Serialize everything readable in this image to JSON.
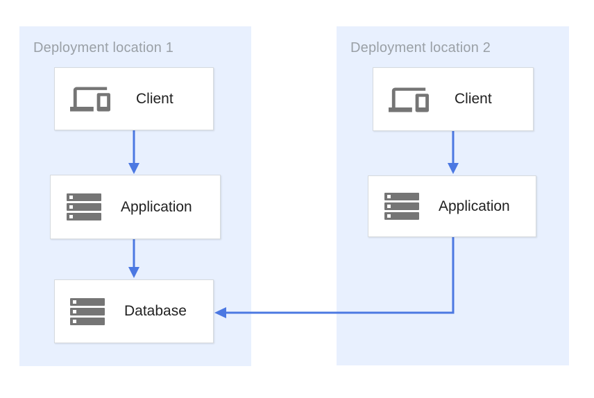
{
  "containers": [
    {
      "label": "Deployment location 1"
    },
    {
      "label": "Deployment location 2"
    }
  ],
  "nodes": {
    "client1": {
      "label": "Client",
      "icon": "devices-icon"
    },
    "app1": {
      "label": "Application",
      "icon": "server-stack-icon"
    },
    "db1": {
      "label": "Database",
      "icon": "server-stack-icon"
    },
    "client2": {
      "label": "Client",
      "icon": "devices-icon"
    },
    "app2": {
      "label": "Application",
      "icon": "server-stack-icon"
    }
  },
  "edges": [
    {
      "from": "client1",
      "to": "app1"
    },
    {
      "from": "app1",
      "to": "db1"
    },
    {
      "from": "client2",
      "to": "app2"
    },
    {
      "from": "app2",
      "to": "db1"
    }
  ],
  "colors": {
    "container_bg": "#e8f0fe",
    "arrow": "#4b78e2",
    "icon": "#757575",
    "node_bg": "#ffffff",
    "node_border": "#d6dade",
    "header_text": "#9aa0a6",
    "label_text": "#212121"
  }
}
